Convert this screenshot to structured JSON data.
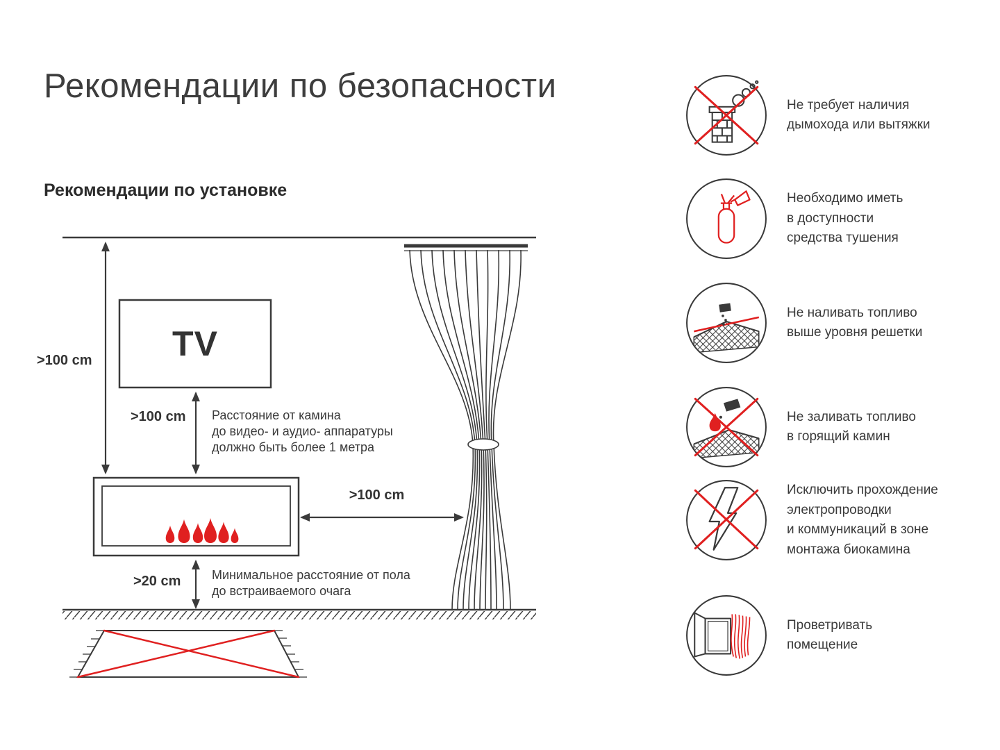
{
  "page": {
    "title": "Рекомендации по безопасности",
    "subtitle": "Рекомендации по установке"
  },
  "diagram": {
    "tv_label": "TV",
    "dim_wall": ">100 cm",
    "dim_tv_gap": ">100 cm",
    "dim_curtain_gap": ">100 cm",
    "dim_floor_gap": ">20 cm",
    "note_tv": "Расстояние от камина\nдо видео- и аудио- аппаратуры\nдолжно быть более 1 метра",
    "note_floor": "Минимальное расстояние от пола\nдо встраиваемого очага"
  },
  "safety": {
    "items": [
      {
        "icon": "no-chimney-icon",
        "text": "Не требует наличия\nдымохода или вытяжки"
      },
      {
        "icon": "fire-extinguisher-icon",
        "text": "Необходимо иметь\nв доступности\nсредства тушения"
      },
      {
        "icon": "fuel-level-icon",
        "text": "Не наливать топливо\nвыше уровня решетки"
      },
      {
        "icon": "no-refuel-burning-icon",
        "text": "Не заливать топливо\nв горящий камин"
      },
      {
        "icon": "no-electrical-wiring-icon",
        "text": "Исключить прохождение\nэлектропроводки\nи коммуникаций в зоне\nмонтажа биокамина"
      },
      {
        "icon": "ventilation-icon",
        "text": "Проветривать\nпомещение"
      }
    ]
  },
  "colors": {
    "ink": "#3a3a3a",
    "accent_red": "#e02020"
  }
}
